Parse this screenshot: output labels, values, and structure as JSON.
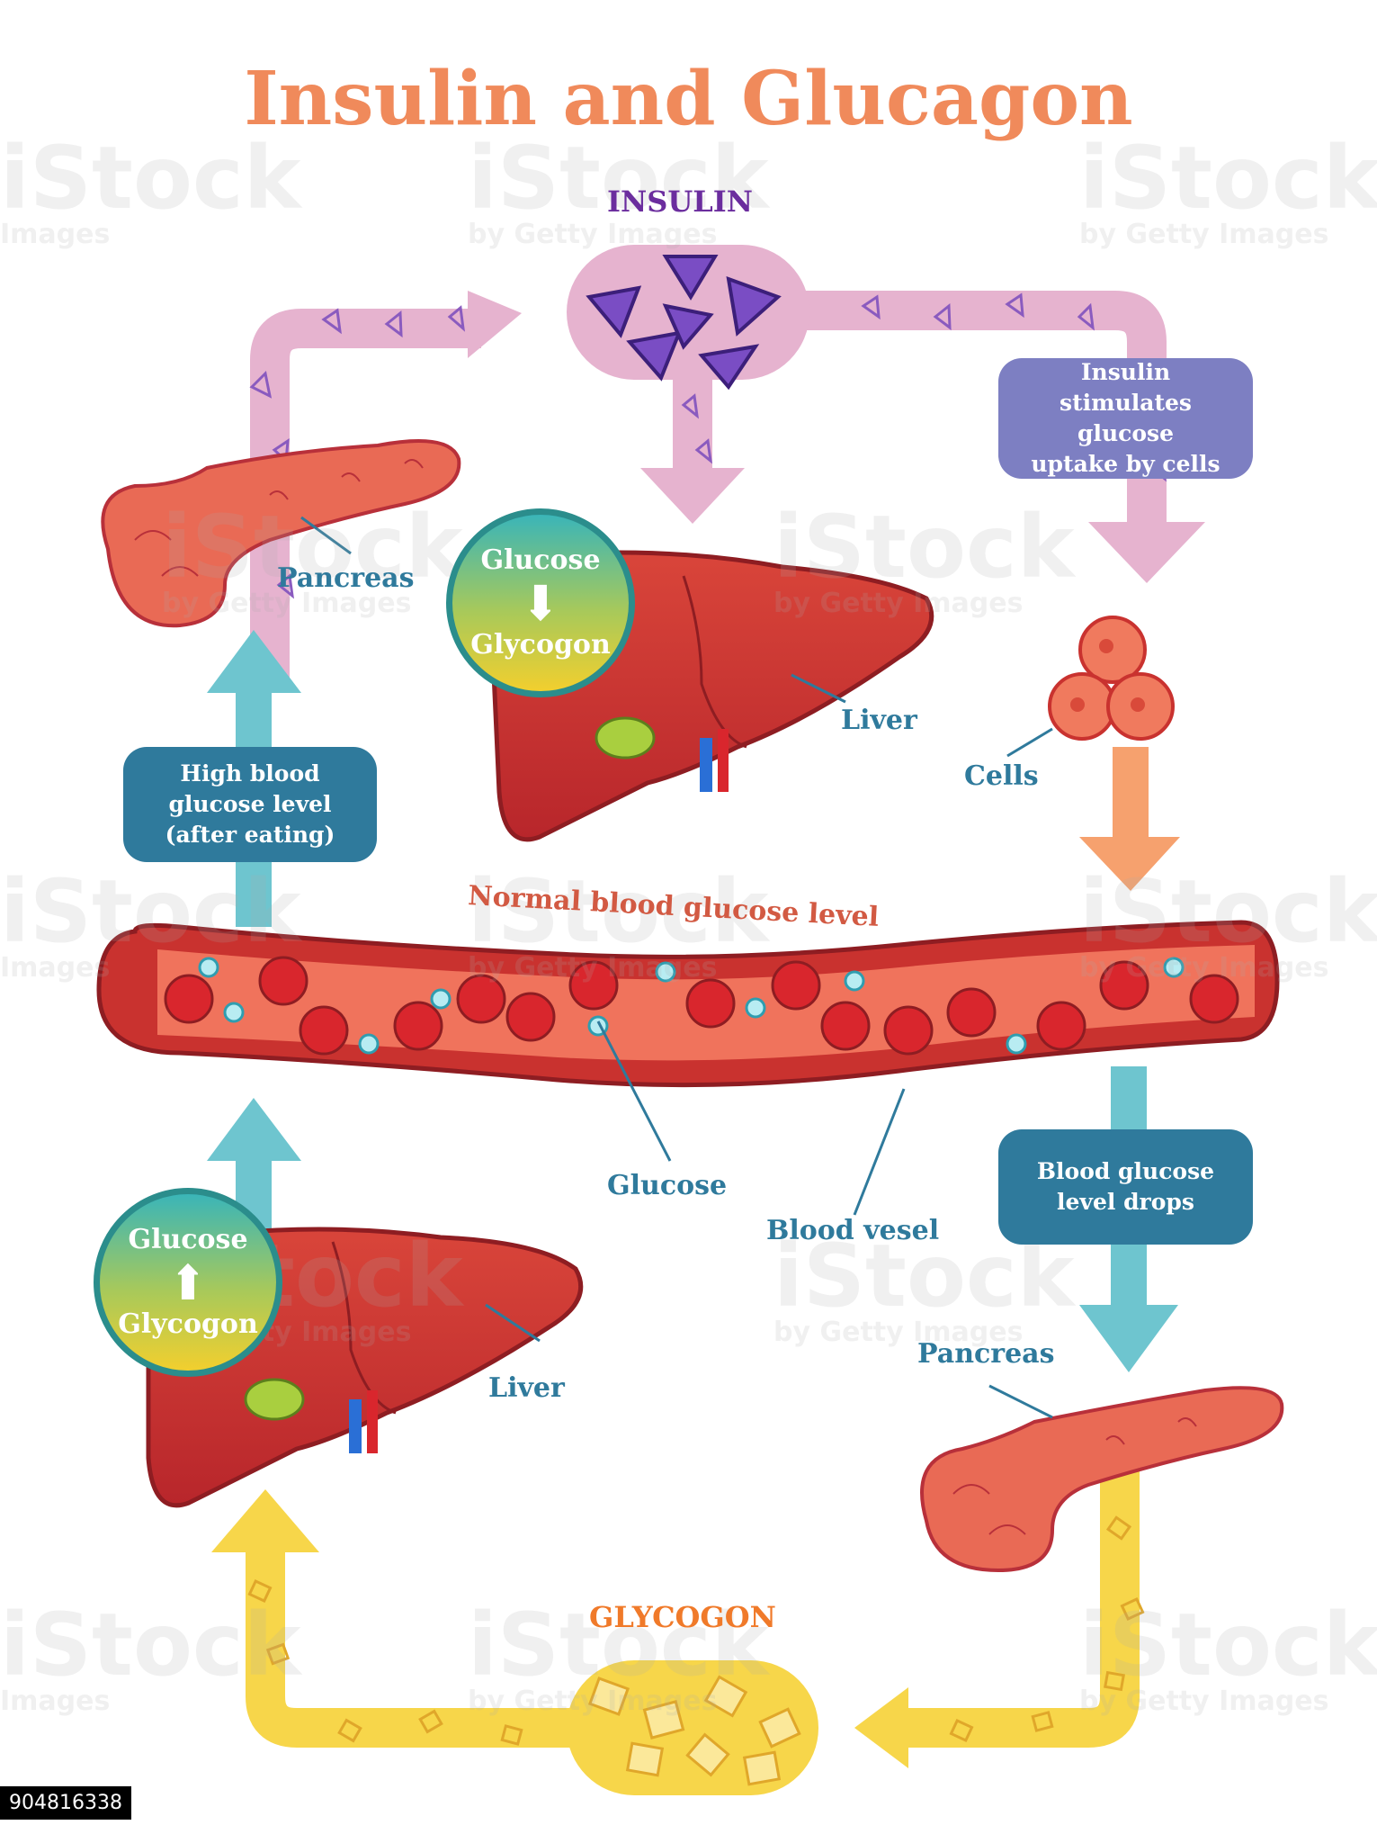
{
  "title": "Insulin and Glucagon",
  "hormones": {
    "insulin": "INSULIN",
    "glycogon": "GLYCOGON"
  },
  "labels": {
    "pancreas_top": "Pancreas",
    "liver_top": "Liver",
    "cells": "Cells",
    "glucose": "Glucose",
    "blood_vessel": "Blood vesel",
    "liver_bottom": "Liver",
    "pancreas_bottom": "Pancreas",
    "normal_level": "Normal blood glucose level"
  },
  "boxes": {
    "high_glucose": [
      "High blood",
      "glucose level",
      "(after eating)"
    ],
    "insulin_stimulates": [
      "Insulin",
      "stimulates glucose",
      "uptake by cells"
    ],
    "glucose_drops": [
      "Blood glucose",
      "level drops"
    ]
  },
  "circles": {
    "top": {
      "upper": "Glucose",
      "lower": "Glycogon",
      "arrow": "⬇"
    },
    "bottom": {
      "upper": "Glucose",
      "lower": "Glycogon",
      "arrow": "⬆"
    }
  },
  "colors": {
    "title": "#f08a5b",
    "insulin_text": "#6b2d9e",
    "glycogon_text": "#f07a2a",
    "label_blue": "#2f7a9c",
    "insulin_path": "#e6b3cf",
    "glycogon_path": "#f7d64a",
    "teal_arrow": "#6ec5cf",
    "orange_arrow": "#f6a16e",
    "box_dark": "#2f7a9c",
    "box_purple": "#7d7fc2",
    "vessel": "#c9322f",
    "red_cell": "#d9262d",
    "glucose_dot": "#b8ecf2"
  },
  "watermark": {
    "brand": "iStock",
    "sub": "by Getty Images",
    "sub_short": "Images"
  },
  "stock_id": "904816338"
}
